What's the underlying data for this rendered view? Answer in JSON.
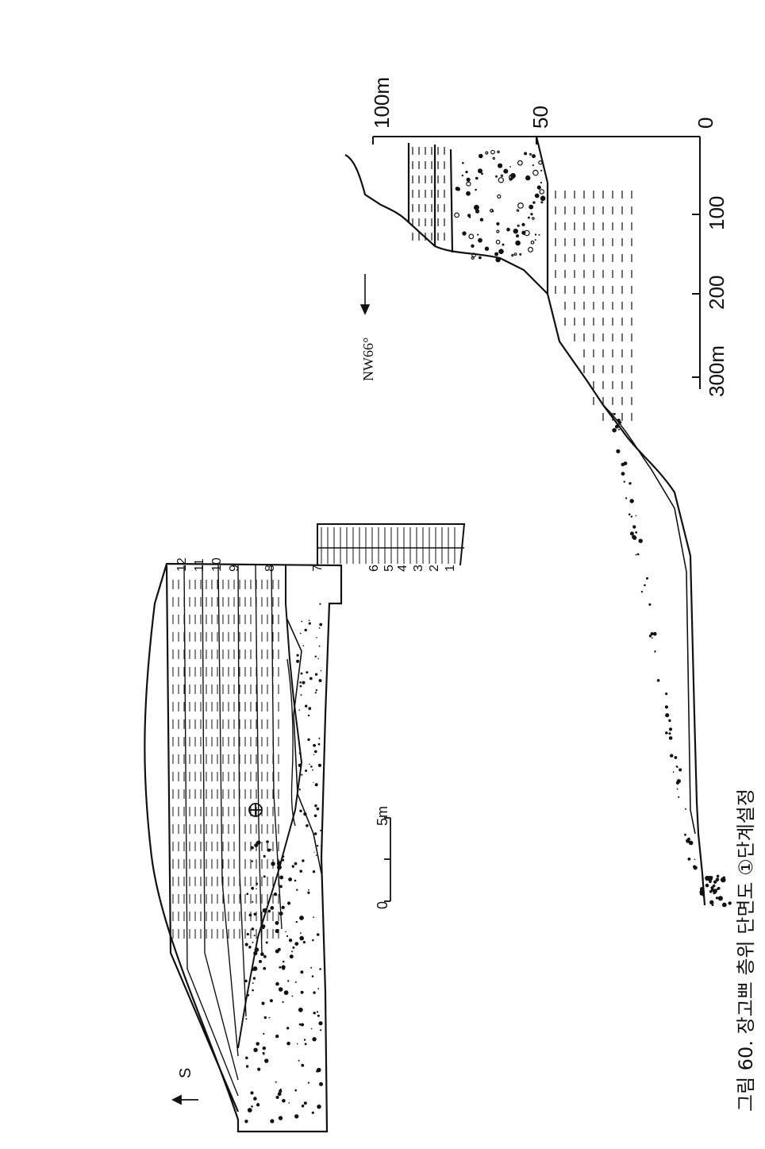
{
  "figure": {
    "caption": "그림 60. 장고쁘 층위 단면도 ①단계설정"
  },
  "section_left": {
    "direction": "S",
    "scale": {
      "zero": "0",
      "length": "5m"
    },
    "layer_numbers": [
      "1",
      "2",
      "3",
      "4",
      "5",
      "6",
      "7",
      "8",
      "9",
      "10",
      "11",
      "12"
    ]
  },
  "section_right": {
    "direction": "NW66°",
    "height_ticks": [
      "100m",
      "50",
      "0"
    ],
    "distance_ticks": [
      "100",
      "200",
      "300m"
    ]
  },
  "colors": {
    "ink": "#111111",
    "paper": "#ffffff"
  }
}
